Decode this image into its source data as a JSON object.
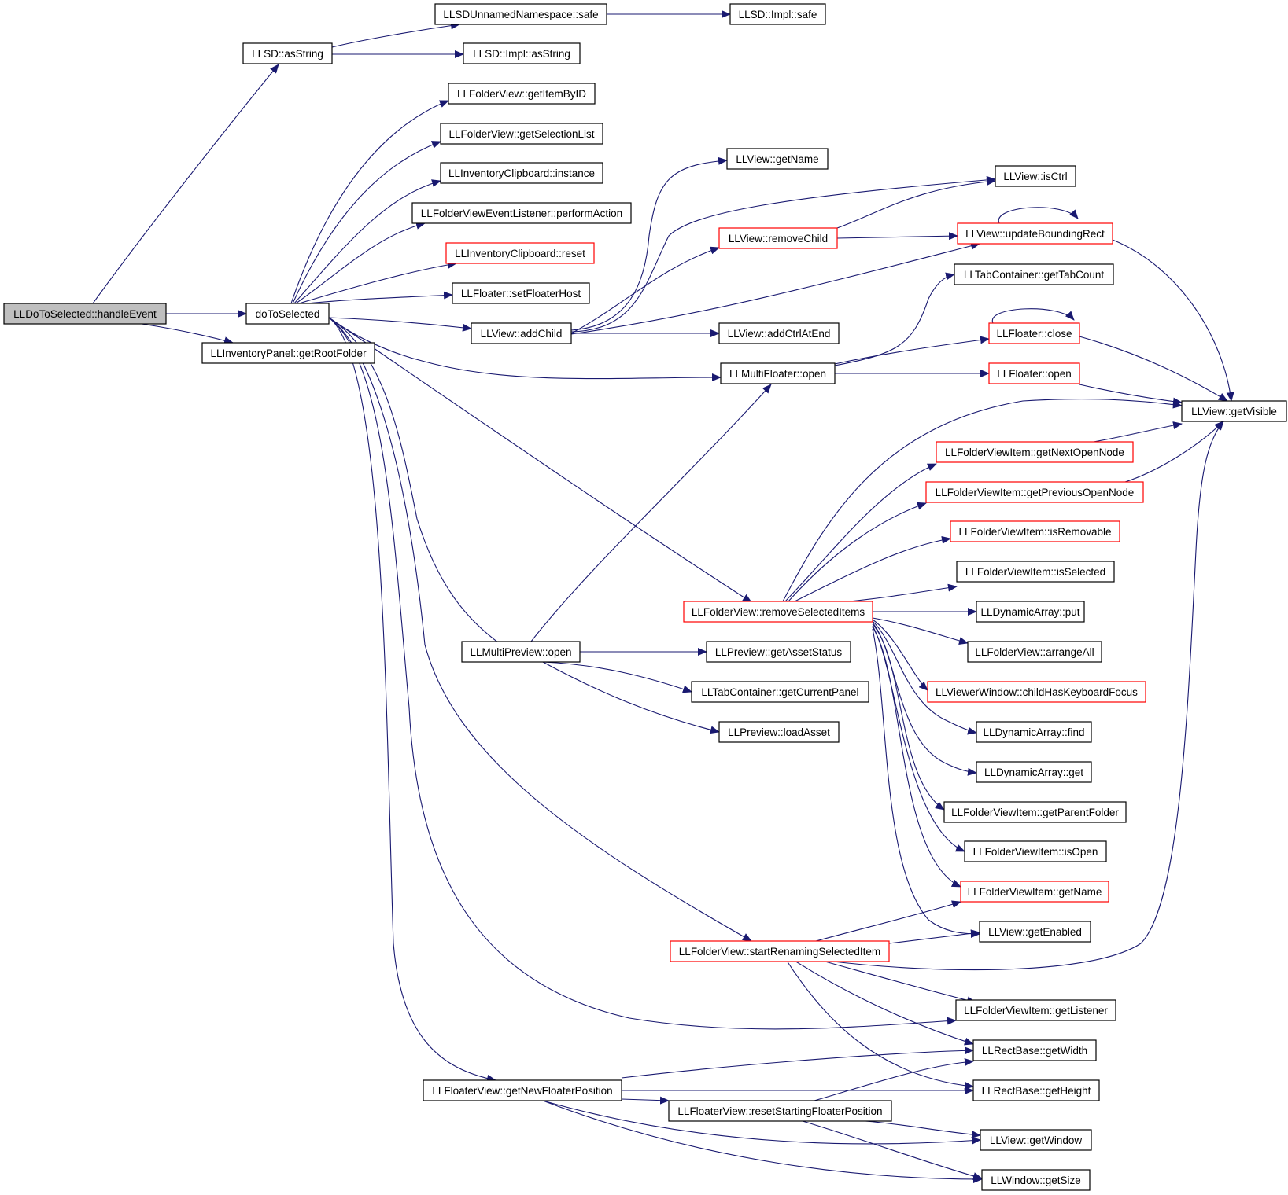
{
  "diagram": {
    "colors": {
      "edge": "#191970",
      "highlight_border": "#ff0000",
      "root_fill": "#bfbfbf"
    },
    "nodes": [
      {
        "id": "handleEvent",
        "label": "LLDoToSelected::handleEvent",
        "style": "root"
      },
      {
        "id": "asString",
        "label": "LLSD::asString",
        "style": "black"
      },
      {
        "id": "doToSelected",
        "label": "doToSelected",
        "style": "black"
      },
      {
        "id": "getRootFolder",
        "label": "LLInventoryPanel::getRootFolder",
        "style": "black"
      },
      {
        "id": "unnamedSafe",
        "label": "LLSDUnnamedNamespace::safe",
        "style": "black"
      },
      {
        "id": "implSafe",
        "label": "LLSD::Impl::safe",
        "style": "black"
      },
      {
        "id": "implAsString",
        "label": "LLSD::Impl::asString",
        "style": "black"
      },
      {
        "id": "getItemByID",
        "label": "LLFolderView::getItemByID",
        "style": "black"
      },
      {
        "id": "getSelectionList",
        "label": "LLFolderView::getSelectionList",
        "style": "black"
      },
      {
        "id": "clipInstance",
        "label": "LLInventoryClipboard::instance",
        "style": "black"
      },
      {
        "id": "performAction",
        "label": "LLFolderViewEventListener::performAction",
        "style": "black"
      },
      {
        "id": "clipReset",
        "label": "LLInventoryClipboard::reset",
        "style": "red"
      },
      {
        "id": "setFloaterHost",
        "label": "LLFloater::setFloaterHost",
        "style": "black"
      },
      {
        "id": "addChild",
        "label": "LLView::addChild",
        "style": "black"
      },
      {
        "id": "getName",
        "label": "LLView::getName",
        "style": "black"
      },
      {
        "id": "isCtrl",
        "label": "LLView::isCtrl",
        "style": "black"
      },
      {
        "id": "removeChild",
        "label": "LLView::removeChild",
        "style": "red"
      },
      {
        "id": "updateBoundingRect",
        "label": "LLView::updateBoundingRect",
        "style": "red"
      },
      {
        "id": "getTabCount",
        "label": "LLTabContainer::getTabCount",
        "style": "black"
      },
      {
        "id": "addCtrlAtEnd",
        "label": "LLView::addCtrlAtEnd",
        "style": "black"
      },
      {
        "id": "floaterClose",
        "label": "LLFloater::close",
        "style": "red"
      },
      {
        "id": "multiFloaterOpen",
        "label": "LLMultiFloater::open",
        "style": "black"
      },
      {
        "id": "floaterOpen",
        "label": "LLFloater::open",
        "style": "red"
      },
      {
        "id": "getVisible",
        "label": "LLView::getVisible",
        "style": "black"
      },
      {
        "id": "getNextOpenNode",
        "label": "LLFolderViewItem::getNextOpenNode",
        "style": "red"
      },
      {
        "id": "getPreviousOpenNode",
        "label": "LLFolderViewItem::getPreviousOpenNode",
        "style": "red"
      },
      {
        "id": "isRemovable",
        "label": "LLFolderViewItem::isRemovable",
        "style": "red"
      },
      {
        "id": "isSelected",
        "label": "LLFolderViewItem::isSelected",
        "style": "black"
      },
      {
        "id": "removeSelectedItems",
        "label": "LLFolderView::removeSelectedItems",
        "style": "red"
      },
      {
        "id": "arrayPut",
        "label": "LLDynamicArray::put",
        "style": "black"
      },
      {
        "id": "multiPreviewOpen",
        "label": "LLMultiPreview::open",
        "style": "black"
      },
      {
        "id": "getAssetStatus",
        "label": "LLPreview::getAssetStatus",
        "style": "black"
      },
      {
        "id": "arrangeAll",
        "label": "LLFolderView::arrangeAll",
        "style": "black"
      },
      {
        "id": "getCurrentPanel",
        "label": "LLTabContainer::getCurrentPanel",
        "style": "black"
      },
      {
        "id": "childHasKeyboardFocus",
        "label": "LLViewerWindow::childHasKeyboardFocus",
        "style": "red"
      },
      {
        "id": "loadAsset",
        "label": "LLPreview::loadAsset",
        "style": "black"
      },
      {
        "id": "arrayFind",
        "label": "LLDynamicArray::find",
        "style": "black"
      },
      {
        "id": "arrayGet",
        "label": "LLDynamicArray::get",
        "style": "black"
      },
      {
        "id": "getParentFolder",
        "label": "LLFolderViewItem::getParentFolder",
        "style": "black"
      },
      {
        "id": "isOpen",
        "label": "LLFolderViewItem::isOpen",
        "style": "black"
      },
      {
        "id": "itemGetName",
        "label": "LLFolderViewItem::getName",
        "style": "red"
      },
      {
        "id": "getEnabled",
        "label": "LLView::getEnabled",
        "style": "black"
      },
      {
        "id": "startRenaming",
        "label": "LLFolderView::startRenamingSelectedItem",
        "style": "red"
      },
      {
        "id": "getListener",
        "label": "LLFolderViewItem::getListener",
        "style": "black"
      },
      {
        "id": "getWidth",
        "label": "LLRectBase::getWidth",
        "style": "black"
      },
      {
        "id": "getNewFloaterPosition",
        "label": "LLFloaterView::getNewFloaterPosition",
        "style": "black"
      },
      {
        "id": "getHeight",
        "label": "LLRectBase::getHeight",
        "style": "black"
      },
      {
        "id": "resetStartingFloaterPosition",
        "label": "LLFloaterView::resetStartingFloaterPosition",
        "style": "black"
      },
      {
        "id": "getWindow",
        "label": "LLView::getWindow",
        "style": "black"
      },
      {
        "id": "getSize",
        "label": "LLWindow::getSize",
        "style": "black"
      }
    ]
  }
}
